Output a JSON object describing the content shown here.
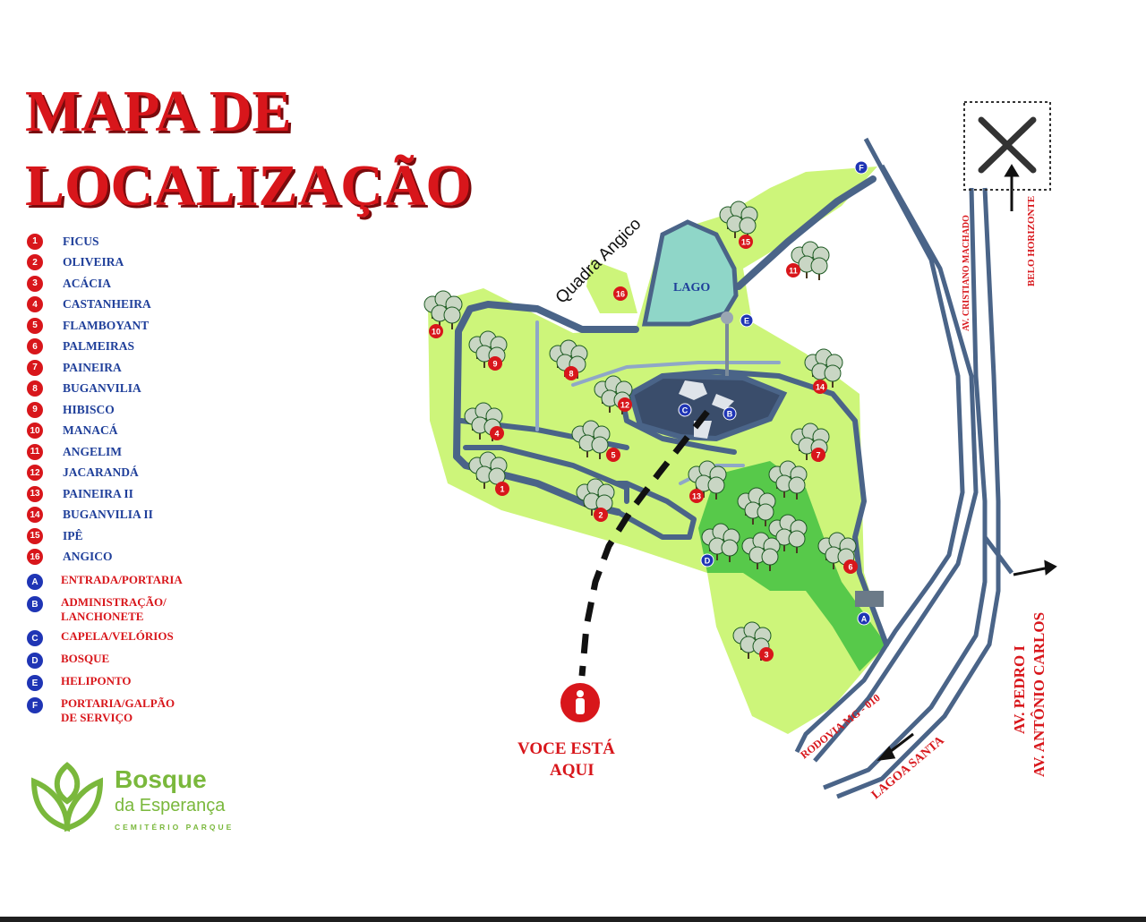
{
  "title_line1": "MAPA DE",
  "title_line2": "LOCALIZAÇÃO",
  "quadras": [
    {
      "num": "1",
      "name": "FICUS"
    },
    {
      "num": "2",
      "name": "OLIVEIRA"
    },
    {
      "num": "3",
      "name": "ACÁCIA"
    },
    {
      "num": "4",
      "name": "CASTANHEIRA"
    },
    {
      "num": "5",
      "name": "FLAMBOYANT"
    },
    {
      "num": "6",
      "name": "PALMEIRAS"
    },
    {
      "num": "7",
      "name": "PAINEIRA"
    },
    {
      "num": "8",
      "name": "BUGANVILIA"
    },
    {
      "num": "9",
      "name": "HIBISCO"
    },
    {
      "num": "10",
      "name": "MANACÁ"
    },
    {
      "num": "11",
      "name": "ANGELIM"
    },
    {
      "num": "12",
      "name": "JACARANDÁ"
    },
    {
      "num": "13",
      "name": "PAINEIRA II"
    },
    {
      "num": "14",
      "name": "BUGANVILIA II"
    },
    {
      "num": "15",
      "name": "IPÊ"
    },
    {
      "num": "16",
      "name": "ANGICO"
    }
  ],
  "facilities": [
    {
      "letter": "A",
      "name": "ENTRADA/PORTARIA"
    },
    {
      "letter": "B",
      "name": "ADMINISTRAÇÃO/\nLANCHONETE"
    },
    {
      "letter": "C",
      "name": "CAPELA/VELÓRIOS"
    },
    {
      "letter": "D",
      "name": "BOSQUE"
    },
    {
      "letter": "E",
      "name": "HELIPONTO"
    },
    {
      "letter": "F",
      "name": "PORTARIA/GALPÃO\nDE SERVIÇO"
    }
  ],
  "map": {
    "quadra_angico_label": "Quadra Angico",
    "lago_label": "LAGO",
    "you_are_here_line1": "VOCE ESTÁ",
    "you_are_here_line2": "AQUI",
    "road_cristiano": "AV. CRISTIANO MACHADO",
    "road_bh": "BELO HORIZONTE",
    "road_rodovia": "RODOVIA MG - 010",
    "road_lagoa": "LAGOA SANTA",
    "road_pedro": "AV. PEDRO I",
    "road_antonio": "AV. ANTÔNIO CARLOS"
  },
  "logo": {
    "name1": "Bosque",
    "name2": "da Esperança",
    "subtitle": "CEMITÉRIO PARQUE"
  },
  "colors": {
    "title_red": "#d8161b",
    "legend_blue": "#1f3f9a",
    "facility_blue": "#1f35b5",
    "grass": "#cdf57a",
    "forest": "#57c94a",
    "road": "#4a6488",
    "lake": "#8fd6c8",
    "logo_green": "#7ab83c"
  }
}
